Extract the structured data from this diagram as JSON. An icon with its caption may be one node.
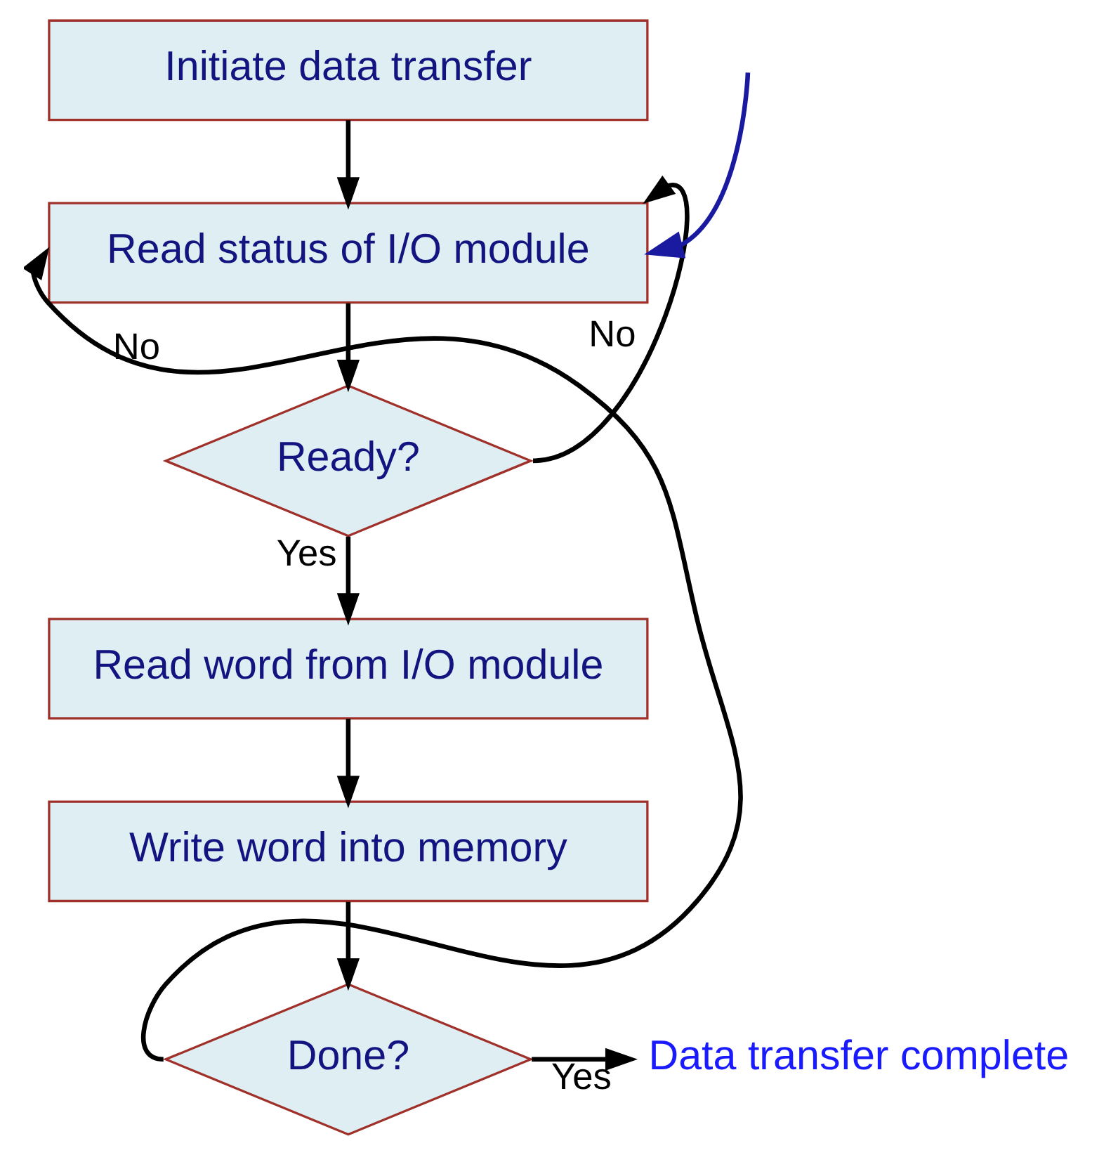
{
  "diagram": {
    "nodes": [
      {
        "text": [
          "Initiate data transfer"
        ]
      },
      {
        "text": [
          "Read status of I/O module"
        ]
      },
      {
        "text": [
          "Ready?"
        ]
      },
      {
        "text": [
          "Read word from I/O module"
        ]
      },
      {
        "text": [
          "Write word into memory"
        ]
      },
      {
        "text": [
          "Done?"
        ]
      },
      {
        "text": [
          "Data transfer complete"
        ]
      }
    ],
    "edges": [
      {
        "from": 0,
        "to": 1,
        "arrow": "to"
      },
      {
        "from": 1,
        "to": 2,
        "arrow": "to"
      },
      {
        "from": 2,
        "to": 1,
        "arrow": "to",
        "label": "No"
      },
      {
        "from": 2,
        "to": 3,
        "arrow": "to",
        "label": "Yes"
      },
      {
        "from": 3,
        "to": 4,
        "arrow": "to"
      },
      {
        "from": 4,
        "to": 5,
        "arrow": "to"
      },
      {
        "from": 5,
        "to": 1,
        "arrow": "to",
        "label": "No"
      },
      {
        "from": 5,
        "to": 6,
        "arrow": "to",
        "label": "Yes"
      },
      {
        "from": null,
        "to": 1,
        "arrow": "to",
        "color": "#1a1aa0"
      }
    ]
  }
}
